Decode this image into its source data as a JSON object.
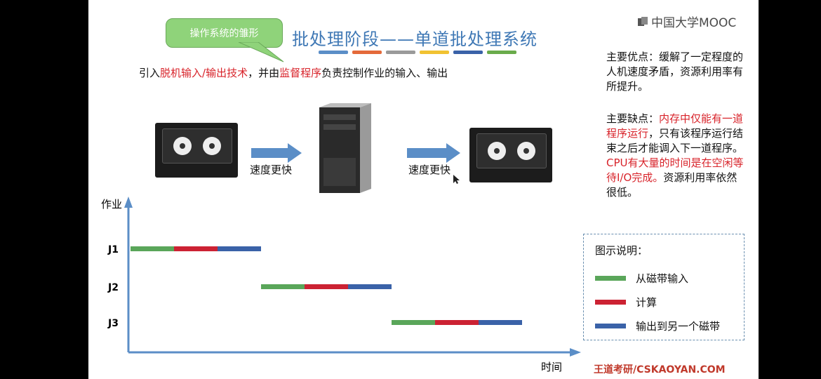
{
  "brand": {
    "logo_text": "中国大学MOOC",
    "footer": "王道考研/CSKAOYAN.COM"
  },
  "slide": {
    "title": "批处理阶段——单道批处理系统",
    "title_bar_colors": [
      "#5b8ec7",
      "#e46a3a",
      "#9a9a9a",
      "#f1c232",
      "#3a62a8",
      "#6aab4b"
    ],
    "callout": "操作系统的雏形",
    "intro": {
      "part1": "引入",
      "part2": "脱机输入/输出技术",
      "part3": "，并由",
      "part4": "监督程序",
      "part5": "负责控制作业的输入、输出"
    },
    "diagram": {
      "speed_left": "速度更快",
      "speed_right": "速度更快"
    },
    "advantages": {
      "label": "主要优点：",
      "text": "缓解了一定程度的人机速度矛盾，资源利用率有所提升。"
    },
    "disadvantages": {
      "label": "主要缺点：",
      "red1": "内存中仅能有一道程序运行",
      "text1": "，只有该程序运行结束之后才能调入下一道程序。",
      "red2": "CPU有大量的时间是在空闲等待I/O完成。",
      "text2": "资源利用率依然很低。"
    },
    "legend": {
      "title": "图示说明：",
      "items": [
        {
          "label": "从磁带输入",
          "color": "#5aa65a"
        },
        {
          "label": "计算",
          "color": "#cc2233"
        },
        {
          "label": "输出到另一个磁带",
          "color": "#3a62a8"
        }
      ]
    }
  },
  "chart_data": {
    "type": "bar",
    "ylabel": "作业",
    "xlabel": "时间",
    "categories": [
      "J1",
      "J2",
      "J3"
    ],
    "series": [
      {
        "name": "从磁带输入",
        "start": [
          0,
          3,
          6
        ],
        "end": [
          1,
          4,
          7
        ]
      },
      {
        "name": "计算",
        "start": [
          1,
          4,
          7
        ],
        "end": [
          2,
          5,
          8
        ]
      },
      {
        "name": "输出到另一个磁带",
        "start": [
          2,
          5,
          8
        ],
        "end": [
          3,
          6,
          9
        ]
      }
    ],
    "colors": [
      "#5aa65a",
      "#cc2233",
      "#3a62a8"
    ]
  }
}
